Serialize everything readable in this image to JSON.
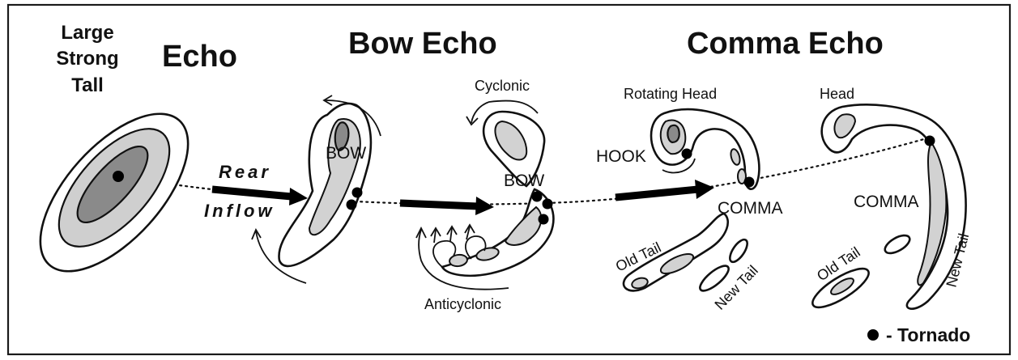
{
  "labels": {
    "large": "Large",
    "strong": "Strong",
    "tall": "Tall",
    "echo": "Echo",
    "bow_echo": "Bow Echo",
    "comma_echo": "Comma Echo",
    "rear": "Rear",
    "inflow": "Inflow",
    "bow_1": "BOW",
    "bow_2": "BOW",
    "cyclonic": "Cyclonic",
    "anticyclonic": "Anticyclonic",
    "rotating_head": "Rotating Head",
    "hook": "HOOK",
    "comma_1": "COMMA",
    "old_tail_1": "Old Tail",
    "new_tail_1": "New Tail",
    "head": "Head",
    "comma_2": "COMMA",
    "old_tail_2": "Old Tail",
    "new_tail_2": "New Tail"
  },
  "legend": {
    "tornado": "- Tornado"
  },
  "colors": {
    "core": "#8a8a8a",
    "light_gray": "#cfcfcf",
    "outline": "#111111"
  }
}
